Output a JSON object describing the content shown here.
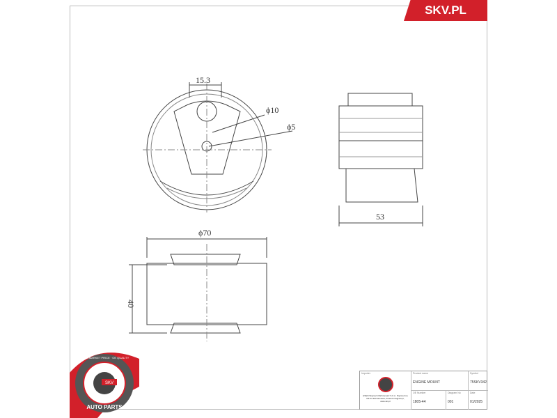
{
  "brand": {
    "logo_text": "SKV.PL",
    "color": "#d2202a"
  },
  "dimensions": {
    "width_top": "15.3",
    "dia_large": "ϕ10",
    "dia_small": "ϕ5",
    "length": "53",
    "outer_dia": "ϕ70",
    "height": "40"
  },
  "seal": {
    "top_text": "AFTERMARKET PRICE · OE QUALITY",
    "center": "SKV",
    "bottom_text": "AUTO PARTS"
  },
  "title_block": {
    "importer_label": "Importer",
    "importer_text": "ESEN Wojciech Michniewicz S.K.A. Poprzeczna 6/5 57-600 Wrocław, Poland info@skv.pl, www.skv.pl",
    "product_label": "Product name",
    "product": "ENGINE MOUNT",
    "symbol_label": "Symbol",
    "symbol": "75SKV342",
    "oe_label": "OE Number",
    "oe": "1805-44",
    "diagram_label": "Diagram No",
    "diagram": "001",
    "date_label": "Date",
    "date": "01/2025"
  }
}
